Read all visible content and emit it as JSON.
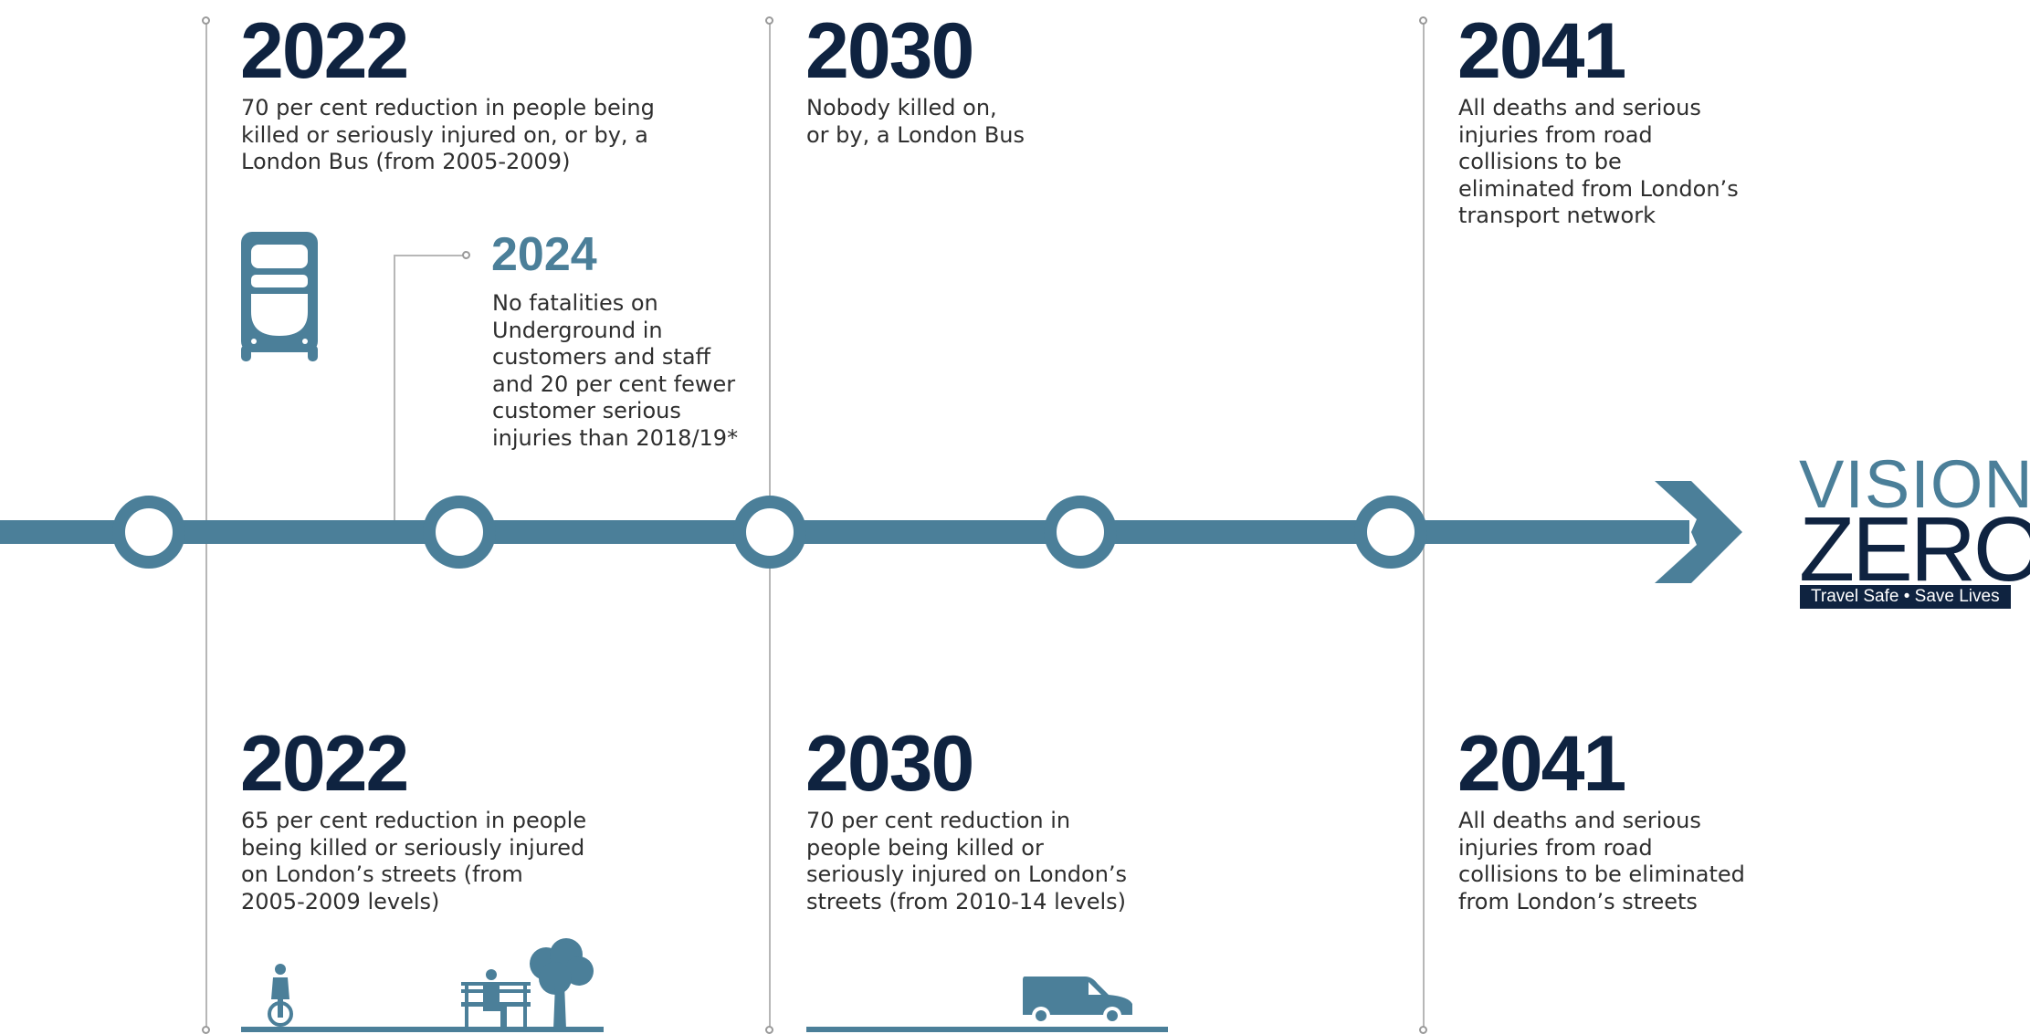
{
  "colors": {
    "accent": "#4b7f99",
    "navy": "#0f2340",
    "text": "#2e2e2e",
    "leader": "#b7b7b7"
  },
  "top": [
    {
      "year": "2022",
      "text": "70 per cent reduction in people being\nkilled or seriously injured on, or by, a\nLondon Bus (from 2005-2009)"
    },
    {
      "year": "2030",
      "text": "Nobody killed on,\nor by, a London Bus"
    },
    {
      "year": "2041",
      "text": "All deaths and serious\ninjuries from road\ncollisions to be\neliminated from London’s\ntransport network"
    }
  ],
  "underground": {
    "year": "2024",
    "text": "No fatalities on\nUnderground in\ncustomers and staff\nand 20 per cent fewer\ncustomer serious\ninjuries than 2018/19*"
  },
  "bottom": [
    {
      "year": "2022",
      "text": "65 per cent reduction in people\nbeing killed or seriously injured\non London’s streets (from\n2005-2009 levels)"
    },
    {
      "year": "2030",
      "text": "70 per cent reduction in\npeople being killed or\nseriously injured on London’s\nstreets (from 2010-14 levels)"
    },
    {
      "year": "2041",
      "text": "All deaths and serious\ninjuries from road\ncollisions to be eliminated\nfrom London’s streets"
    }
  ],
  "logo": {
    "line1": "VISION",
    "line2": "ZERO",
    "tagline": "Travel Safe • Save Lives"
  },
  "icons": [
    "bus-icon",
    "cyclist-icon",
    "bench-icon",
    "tree-icon",
    "van-icon",
    "arrow-icon"
  ]
}
